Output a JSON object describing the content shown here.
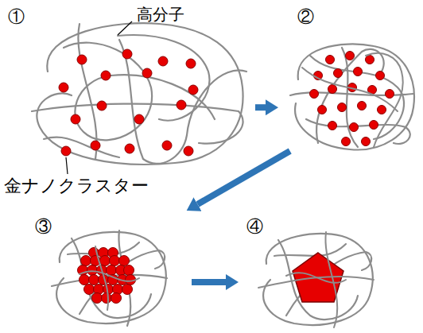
{
  "diagram": {
    "nodes": [
      {
        "text": [
          "①"
        ]
      },
      {
        "text": [
          "②"
        ]
      },
      {
        "text": [
          "③"
        ]
      },
      {
        "text": [
          "④"
        ]
      }
    ],
    "edges": [
      {
        "from": 0,
        "to": 1,
        "arrow": "to"
      },
      {
        "from": 1,
        "to": 2,
        "arrow": "to"
      },
      {
        "from": 2,
        "to": 3,
        "arrow": "to"
      }
    ],
    "labels": [
      "高分子",
      "金ナノクラスター"
    ]
  }
}
